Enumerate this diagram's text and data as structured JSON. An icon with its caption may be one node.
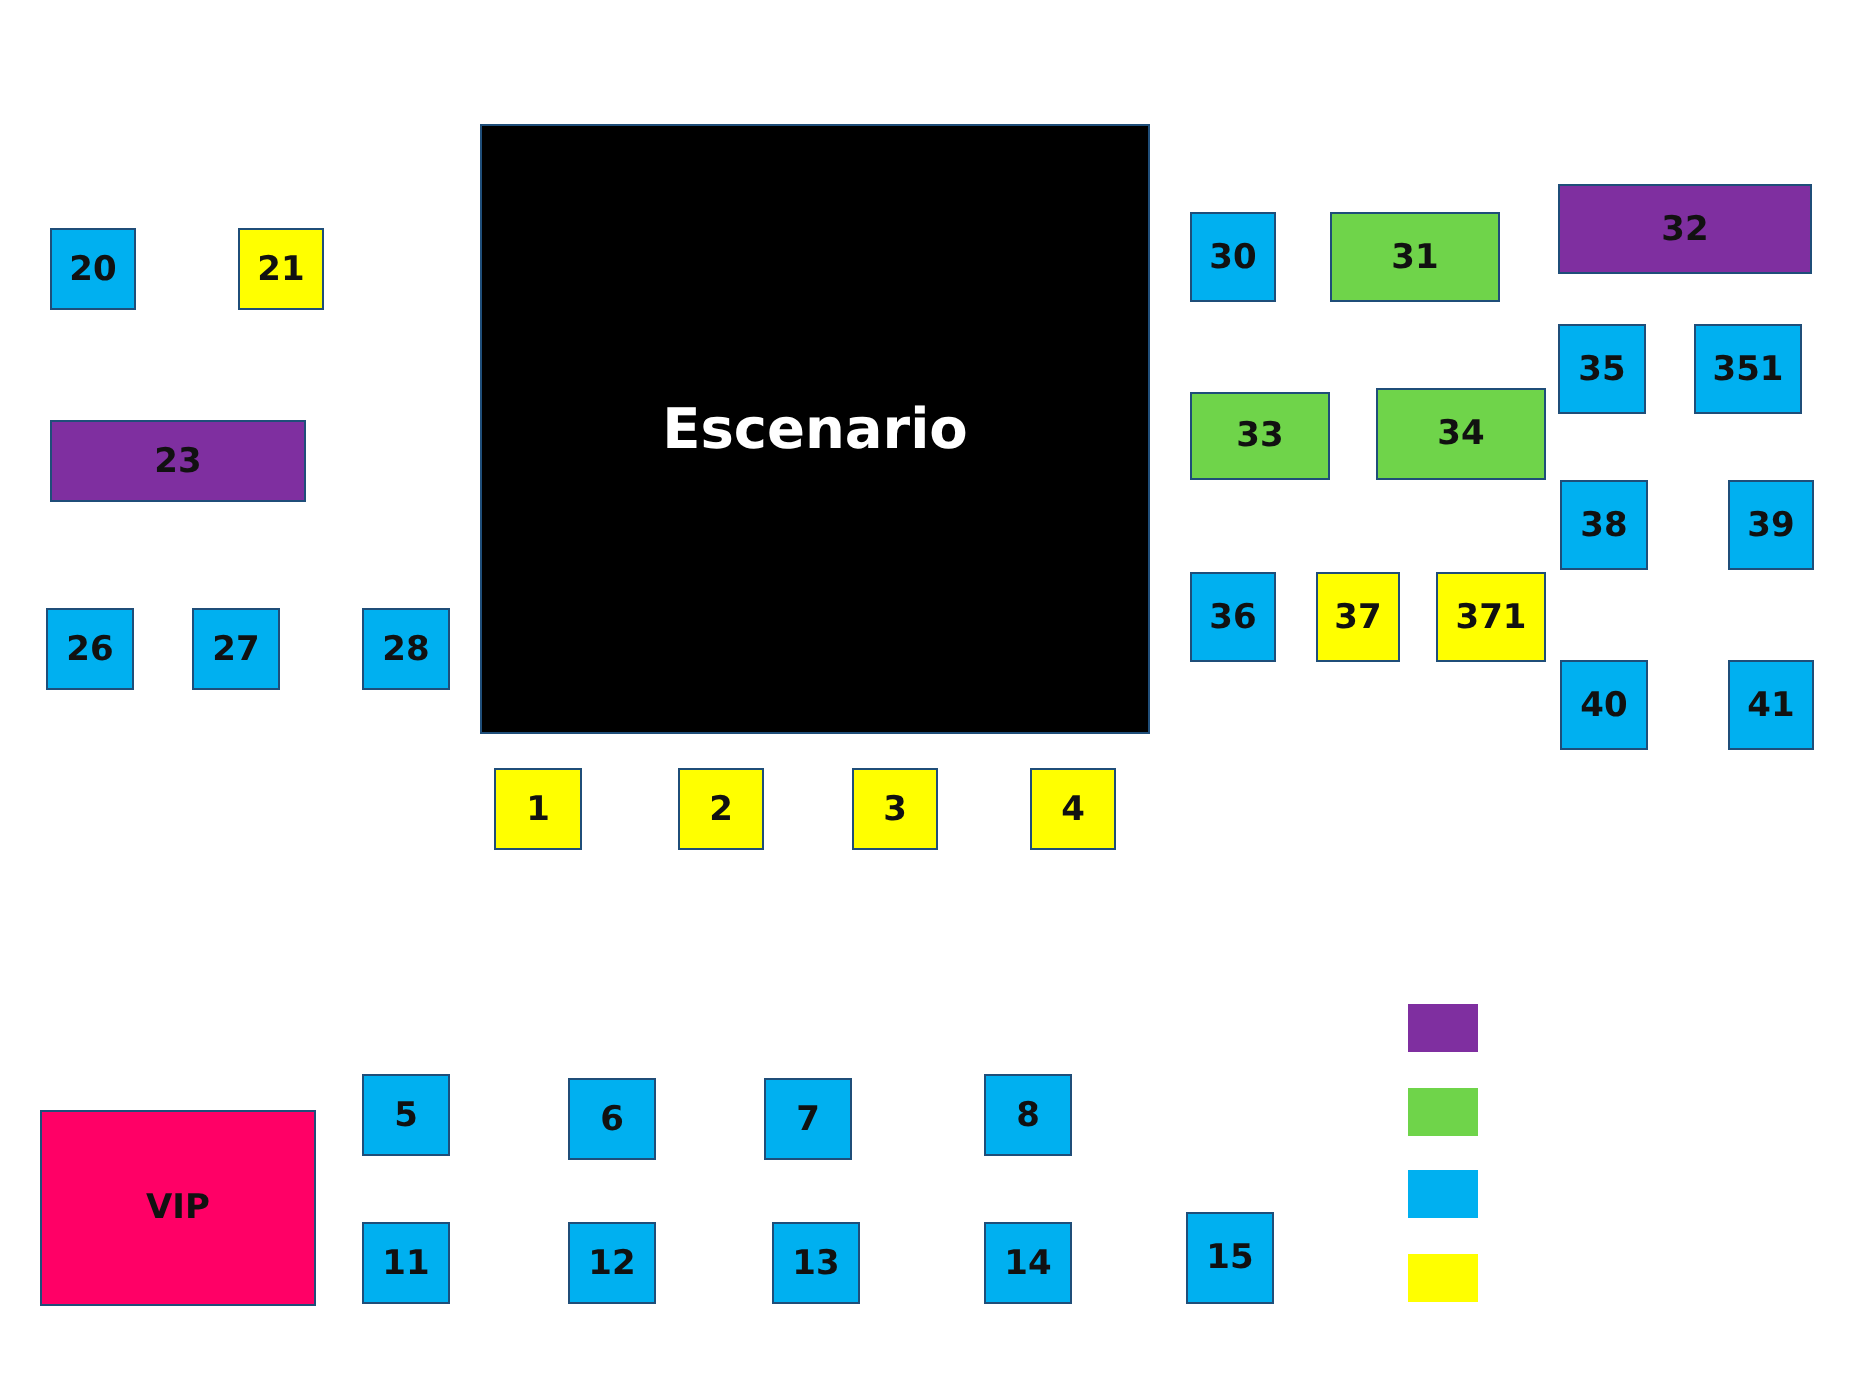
{
  "diagram": {
    "nodes": [
      {
        "text": [
          "Escenario"
        ]
      },
      {
        "text": [
          "20"
        ]
      },
      {
        "text": [
          "21"
        ]
      },
      {
        "text": [
          "23"
        ]
      },
      {
        "text": [
          "26"
        ]
      },
      {
        "text": [
          "27"
        ]
      },
      {
        "text": [
          "28"
        ]
      },
      {
        "text": [
          "1"
        ]
      },
      {
        "text": [
          "2"
        ]
      },
      {
        "text": [
          "3"
        ]
      },
      {
        "text": [
          "4"
        ]
      },
      {
        "text": [
          "30"
        ]
      },
      {
        "text": [
          "31"
        ]
      },
      {
        "text": [
          "32"
        ]
      },
      {
        "text": [
          "35"
        ]
      },
      {
        "text": [
          "351"
        ]
      },
      {
        "text": [
          "33"
        ]
      },
      {
        "text": [
          "34"
        ]
      },
      {
        "text": [
          "38"
        ]
      },
      {
        "text": [
          "39"
        ]
      },
      {
        "text": [
          "36"
        ]
      },
      {
        "text": [
          "37"
        ]
      },
      {
        "text": [
          "371"
        ]
      },
      {
        "text": [
          "40"
        ]
      },
      {
        "text": [
          "41"
        ]
      },
      {
        "text": [
          "VIP"
        ]
      },
      {
        "text": [
          "5"
        ]
      },
      {
        "text": [
          "6"
        ]
      },
      {
        "text": [
          "7"
        ]
      },
      {
        "text": [
          "8"
        ]
      },
      {
        "text": [
          "11"
        ]
      },
      {
        "text": [
          "12"
        ]
      },
      {
        "text": [
          "13"
        ]
      },
      {
        "text": [
          "14"
        ]
      },
      {
        "text": [
          "15"
        ]
      }
    ]
  }
}
